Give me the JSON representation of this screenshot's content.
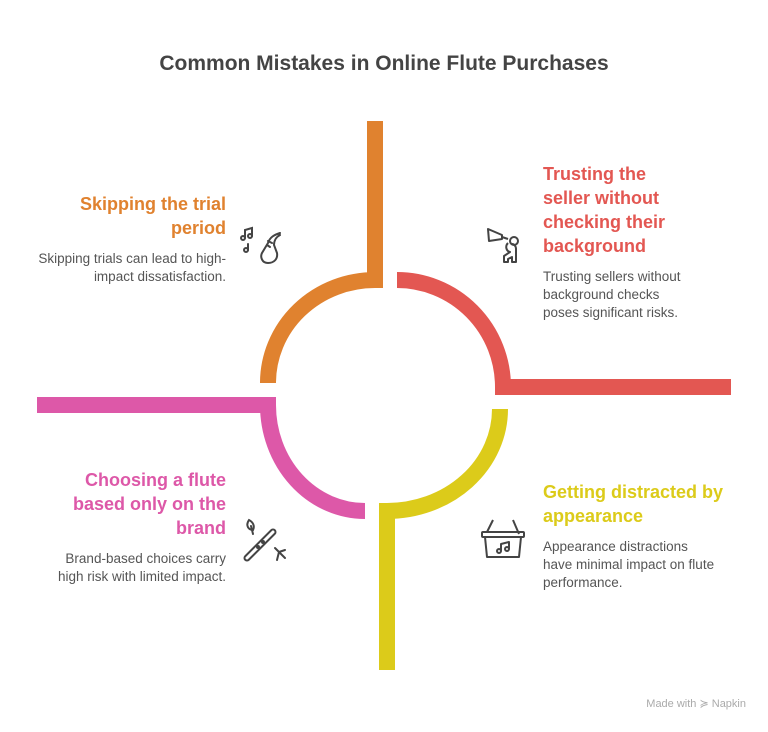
{
  "title": "Common Mistakes in Online Flute Purchases",
  "colors": {
    "orange": "#E0822F",
    "red": "#E35752",
    "pink": "#DD58A8",
    "yellow": "#DCCB1A"
  },
  "items": [
    {
      "heading": "Skipping the trial period",
      "body": "Skipping trials can lead to high-impact dissatisfaction.",
      "icon": "saxophone-music-notes-icon"
    },
    {
      "heading": "Trusting the seller without checking their background",
      "body": "Trusting sellers without background checks poses significant risks.",
      "icon": "person-megaphone-icon"
    },
    {
      "heading": "Choosing a flute based only on the brand",
      "body": "Brand-based choices carry high risk with limited impact.",
      "icon": "flute-icon"
    },
    {
      "heading": "Getting distracted by appearance",
      "body": "Appearance distractions have minimal impact on flute performance.",
      "icon": "shopping-basket-music-icon"
    }
  ],
  "footer": "Made with ≽ Napkin"
}
